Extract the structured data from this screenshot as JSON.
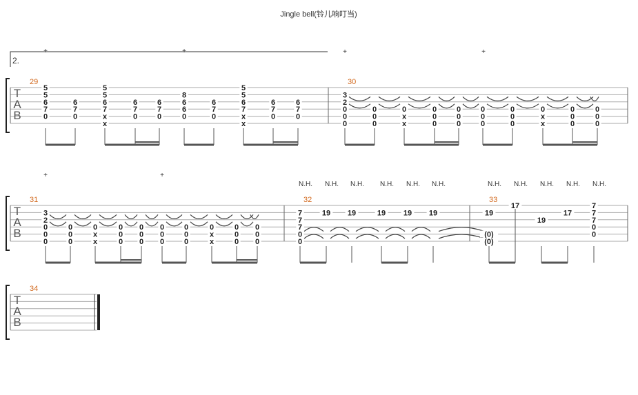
{
  "title": "Jingle bell(铃儿响叮当)",
  "volta_label": "2.",
  "clef": [
    "T",
    "A",
    "B"
  ],
  "harmonic_label": "N.H.",
  "plus_mark": "+",
  "systems": [
    {
      "measures": [
        {
          "number": "29",
          "chords": [
            [
              "5",
              "5",
              "6",
              "7",
              "0",
              ""
            ],
            [
              "",
              "",
              "6",
              "7",
              "0",
              ""
            ],
            [
              "5",
              "5",
              "6",
              "7",
              "x",
              "x"
            ],
            [
              "",
              "",
              "6",
              "7",
              "0",
              ""
            ],
            [
              "",
              "",
              "6",
              "7",
              "0",
              ""
            ],
            [
              "",
              "8",
              "6",
              "6",
              "0",
              ""
            ],
            [
              "",
              "",
              "6",
              "7",
              "0",
              ""
            ],
            [
              "5",
              "5",
              "6",
              "7",
              "x",
              "x"
            ],
            [
              "",
              "",
              "6",
              "7",
              "0",
              ""
            ],
            [
              "",
              "",
              "6",
              "7",
              "0",
              ""
            ]
          ]
        },
        {
          "number": "30",
          "chords": [
            [
              "",
              "3",
              "2",
              "0",
              "0",
              "0"
            ],
            [
              "",
              "",
              "",
              "0",
              "0",
              "0"
            ],
            [
              "",
              "",
              "",
              "0",
              "x",
              "x"
            ],
            [
              "",
              "",
              "",
              "0",
              "0",
              "0"
            ],
            [
              "",
              "",
              "",
              "0",
              "0",
              "0"
            ],
            [
              "",
              "",
              "",
              "0",
              "0",
              "0"
            ],
            [
              "",
              "",
              "",
              "0",
              "0",
              "0"
            ],
            [
              "",
              "",
              "",
              "0",
              "x",
              "x"
            ],
            [
              "",
              "",
              "",
              "0",
              "0",
              "0"
            ],
            [
              "",
              "",
              "",
              "0",
              "0",
              "0"
            ]
          ]
        }
      ]
    },
    {
      "measures": [
        {
          "number": "31",
          "chords": [
            [
              "",
              "3",
              "2",
              "0",
              "0",
              "0"
            ],
            [
              "",
              "",
              "",
              "0",
              "0",
              "0"
            ],
            [
              "",
              "",
              "",
              "0",
              "x",
              "x"
            ],
            [
              "",
              "",
              "",
              "0",
              "0",
              "0"
            ],
            [
              "",
              "",
              "",
              "0",
              "0",
              "0"
            ],
            [
              "",
              "",
              "",
              "0",
              "0",
              "0"
            ],
            [
              "",
              "",
              "",
              "0",
              "0",
              "0"
            ],
            [
              "",
              "",
              "",
              "0",
              "x",
              "x"
            ],
            [
              "",
              "",
              "",
              "0",
              "0",
              "0"
            ],
            [
              "",
              "",
              "",
              "0",
              "0",
              "0"
            ]
          ]
        },
        {
          "number": "32",
          "chords": [
            [
              "",
              "7",
              "7",
              "7",
              "0",
              "0"
            ],
            [
              "",
              "19",
              "",
              "",
              "",
              ""
            ],
            [
              "",
              "19",
              "",
              "",
              "",
              ""
            ],
            [
              "",
              "19",
              "",
              "",
              "",
              ""
            ],
            [
              "",
              "19",
              "",
              "",
              "",
              ""
            ],
            [
              "",
              "19",
              "",
              "",
              "",
              ""
            ]
          ]
        },
        {
          "number": "33",
          "chords": [
            [
              "",
              "19",
              "",
              "",
              "(0)",
              "(0)"
            ],
            [
              "17",
              "",
              "",
              "",
              "",
              ""
            ],
            [
              "",
              "",
              "19",
              "",
              "",
              ""
            ],
            [
              "",
              "17",
              "",
              "",
              "",
              ""
            ],
            [
              "7",
              "7",
              "7",
              "0",
              "0",
              ""
            ]
          ]
        }
      ]
    },
    {
      "measures": [
        {
          "number": "34",
          "chords": []
        }
      ]
    }
  ]
}
